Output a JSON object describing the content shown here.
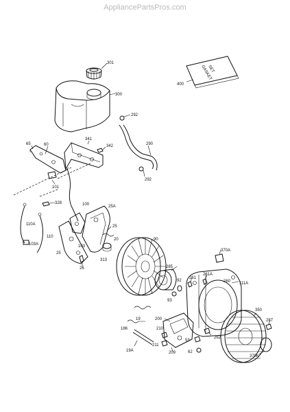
{
  "watermark": "AppliancePartsPros.com",
  "diagram": {
    "callouts": {
      "p301": "301",
      "p300": "300",
      "p292a": "292",
      "p290": "290",
      "p292b": "292",
      "p400": "400",
      "p65": "65",
      "p60": "60",
      "p341": "341",
      "p342": "342",
      "p101": "101",
      "p328": "328",
      "p110A": "110A",
      "p110": "110",
      "p103A": "103A",
      "p100": "100",
      "p25A": "25A",
      "p25a": "25",
      "p20": "20",
      "p103": "103",
      "p313": "313",
      "p25b": "25",
      "p26": "26",
      "p90": "90",
      "p285": "285",
      "p92": "92",
      "p93": "93",
      "p261": "261",
      "p261A": "261A",
      "p260": "260",
      "p111A": "111A",
      "p370A": "370A",
      "p350": "350",
      "p287": "287",
      "p370K": "370K",
      "p262": "262",
      "p53": "53",
      "p62": "62",
      "p211": "211",
      "p209": "209",
      "p210": "210",
      "p200": "200",
      "p19": "19",
      "p186": "186",
      "p19A": "19A"
    },
    "gasket_set": {
      "line1": "GASKET",
      "line2": "SET"
    }
  }
}
